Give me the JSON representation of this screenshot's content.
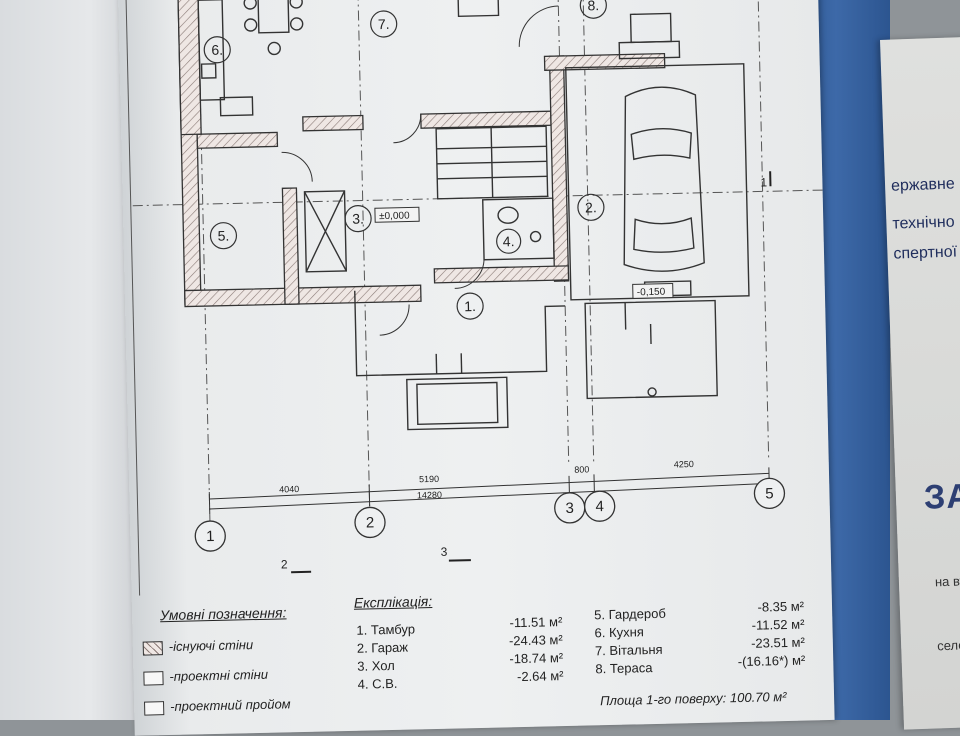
{
  "plan": {
    "rooms": [
      {
        "label": "1."
      },
      {
        "label": "2."
      },
      {
        "label": "3."
      },
      {
        "label": "4."
      },
      {
        "label": "5."
      },
      {
        "label": "6."
      },
      {
        "label": "7."
      },
      {
        "label": "8."
      }
    ],
    "levels": {
      "hall": "±0,000",
      "garage": "-0,150"
    },
    "dimensions": {
      "d1": "4040",
      "d2": "5190",
      "d3": "800",
      "d4": "4250",
      "total": "14280"
    },
    "axes": [
      "1",
      "2",
      "3",
      "4",
      "5"
    ],
    "sections": {
      "s1": "1",
      "s2": "2",
      "s3": "3"
    }
  },
  "legend": {
    "title": "Умовні позначення:",
    "items": [
      "-існуючі стіни",
      "-проектні стіни",
      "-проектний пройом"
    ]
  },
  "explication": {
    "title": "Експлікація:",
    "rooms": [
      {
        "name": "1. Тамбур",
        "area": "-11.51 м²"
      },
      {
        "name": "2. Гараж",
        "area": "-24.43 м²"
      },
      {
        "name": "3. Хол",
        "area": "-18.74 м²"
      },
      {
        "name": "4. С.В.",
        "area": "-2.64 м²"
      },
      {
        "name": "5. Гардероб",
        "area": "-8.35 м²"
      },
      {
        "name": "6. Кухня",
        "area": "-11.52 м²"
      },
      {
        "name": "7. Вітальня",
        "area": "-23.51 м²"
      },
      {
        "name": "8. Тераса",
        "area": "-(16.16*) м²"
      }
    ],
    "total": "Площа 1-го поверху: 100.70 м²"
  },
  "side_document": {
    "lines": [
      "ержавне",
      "технічно",
      "спертної"
    ],
    "big": "ЗАШ",
    "small": [
      "на ву",
      "село)"
    ]
  }
}
